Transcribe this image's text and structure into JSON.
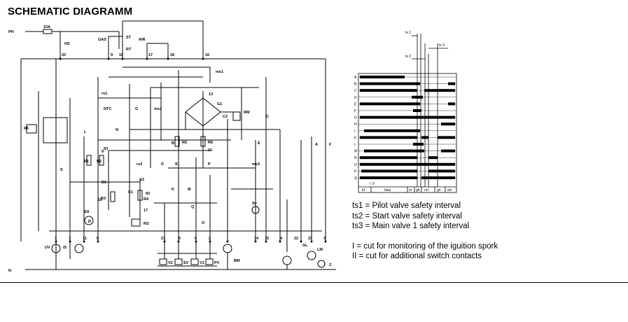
{
  "title": "SCHEMATIC DIAGRAMM",
  "schematic": {
    "supply": [
      "PH",
      "N"
    ],
    "fuse": [
      "10A",
      "HS"
    ],
    "top_contacts": [
      "GAS",
      "ST",
      "RT",
      "AIR",
      "9",
      "10",
      "17",
      "18",
      "16",
      "20"
    ],
    "relays": [
      "rs1",
      "ms1",
      "NTC",
      "G",
      "ms2",
      "fl3",
      "rs2",
      "fl1",
      "fl2",
      "ms3",
      "L",
      "S",
      "N",
      "D",
      "B",
      "K",
      "M",
      "Q",
      "O",
      "P",
      "E",
      "C",
      "A",
      "F",
      "R"
    ],
    "components": [
      "RF",
      "R1",
      "R2",
      "D1",
      "R3",
      "C1",
      "R4",
      "R5",
      "R6",
      "RS",
      "RM",
      "G1",
      "C2",
      "SA",
      "Sy",
      "BM",
      "GL",
      "LM",
      "UV",
      "IS",
      "Z"
    ],
    "numbers": [
      "1",
      "2",
      "3",
      "4",
      "5",
      "6",
      "7",
      "8",
      "9",
      "10",
      "11",
      "12",
      "13",
      "14",
      "15",
      "16",
      "17",
      "21",
      "22",
      "23"
    ],
    "valves": [
      "V2",
      "SV",
      "V1",
      "PV"
    ]
  },
  "timing": {
    "intervals": [
      "ts 1",
      "ts 2",
      "ts 3"
    ],
    "rows": [
      "A",
      "B",
      "C",
      "D",
      "E",
      "F",
      "G",
      "H",
      "I",
      "K",
      "L",
      "M",
      "N",
      "O",
      "P",
      "Q"
    ],
    "footer_marks": [
      "I",
      "II"
    ],
    "colors": [
      "bl",
      "blau",
      "or",
      "gb",
      "rot",
      "gn",
      "sw"
    ]
  },
  "legend": [
    "ts1 = Pilot valve safety interval",
    "ts2 = Start valve safety interval",
    "ts3 = Main valve 1 safety interval",
    "I = cut for monitoring of the iguition spork",
    "II = cut for additional switch contacts"
  ]
}
